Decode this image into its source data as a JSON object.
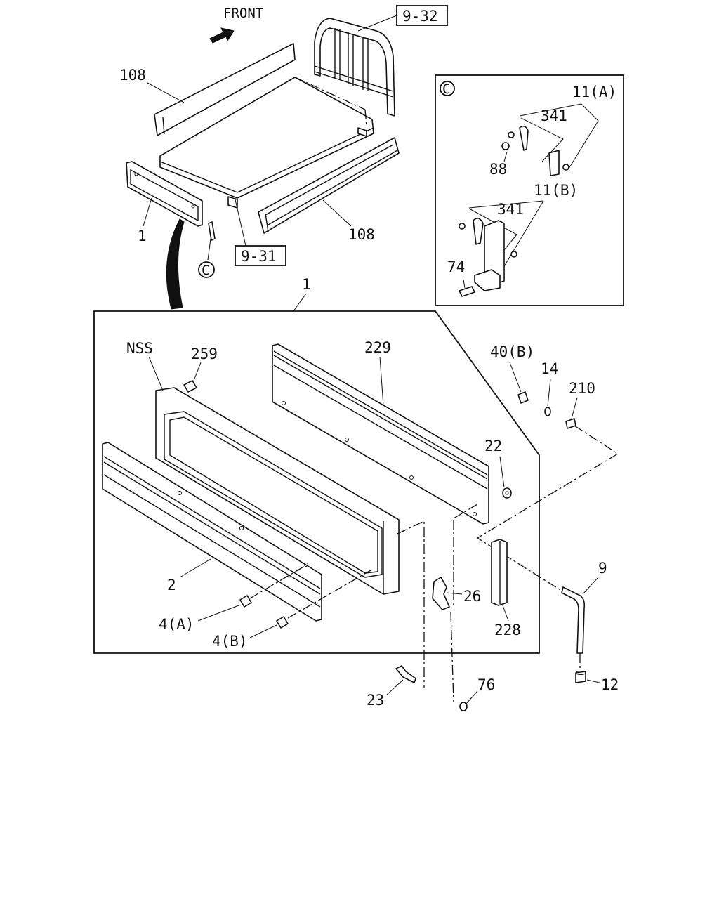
{
  "labels": {
    "front": "FRONT",
    "ref_9_32": "9-32",
    "ref_9_31": "9-31",
    "side_108_left": "108",
    "side_108_right": "108",
    "tailgate_1_top": "1",
    "callout_c_top": "C",
    "callout_c_box": "C",
    "assy_1": "1",
    "nss": "NSS",
    "p259": "259",
    "p229": "229",
    "p40b": "40(B)",
    "p14": "14",
    "p210": "210",
    "p22": "22",
    "p2": "2",
    "p4a": "4(A)",
    "p4b": "4(B)",
    "p26": "26",
    "p228": "228",
    "p9": "9",
    "p12": "12",
    "p23": "23",
    "p76": "76",
    "c_11a": "11(A)",
    "c_341_top": "341",
    "c_88": "88",
    "c_11b": "11(B)",
    "c_341_bottom": "341",
    "c_74": "74"
  }
}
